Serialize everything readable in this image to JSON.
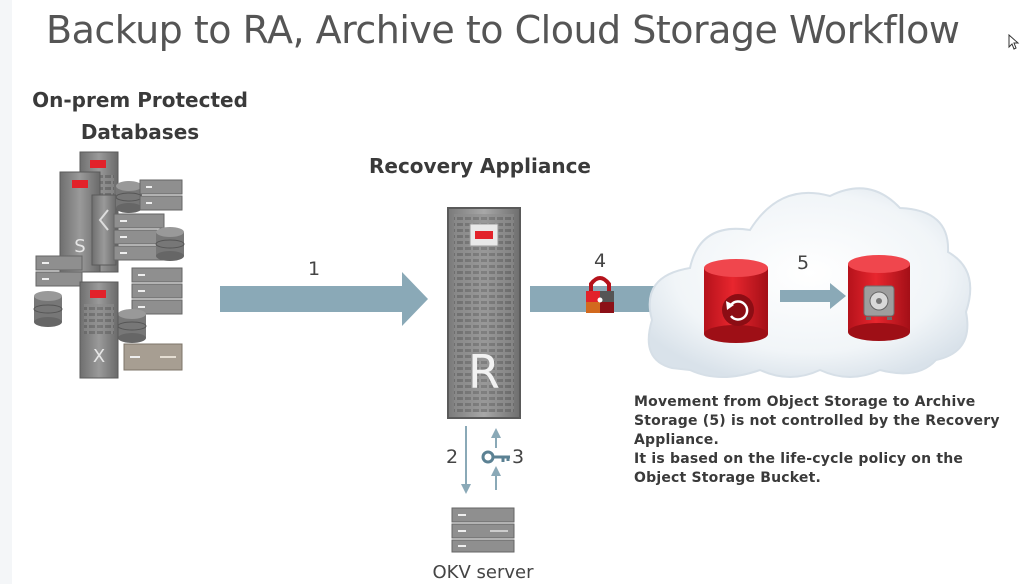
{
  "title": "Backup to RA, Archive to Cloud Storage Workflow",
  "left_group": {
    "label_line1": "On-prem Protected",
    "label_line2": "Databases",
    "server_letters": [
      "S",
      "X"
    ]
  },
  "appliance": {
    "label": "Recovery Appliance",
    "letter": "R"
  },
  "steps": {
    "s1": "1",
    "s2": "2",
    "s3": "3",
    "s4": "4",
    "s5": "5"
  },
  "okv": {
    "label": "OKV server"
  },
  "note": {
    "line1": "Movement from Object Storage to Archive",
    "line2": "Storage (5) is not controlled by the Recovery",
    "line3": "Appliance.",
    "line4": "It is based on the life-cycle policy on the",
    "line5": "Object Storage Bucket."
  },
  "icons": {
    "lock": "lock-icon",
    "key": "key-icon",
    "restore": "restore-icon",
    "vault": "vault-icon"
  },
  "colors": {
    "arrow": "#8aa9b7",
    "storage_red": "#e2222a",
    "server_gray": "#8f8f8f",
    "title_gray": "#555555"
  }
}
